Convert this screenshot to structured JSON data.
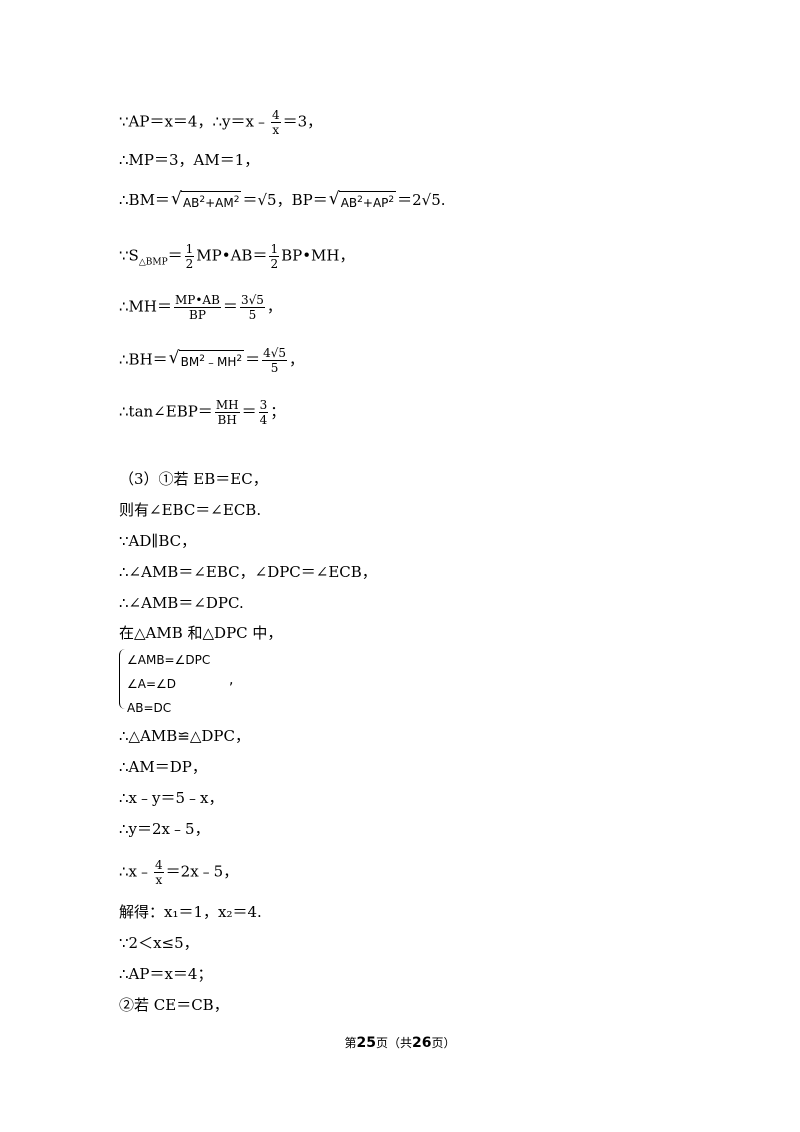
{
  "lines": [
    {
      "a": "∵AP＝x＝4，∴y＝x﹣",
      "f_num": "4",
      "f_den": "x",
      "b": "＝3，"
    },
    {
      "t": "∴MP＝3，AM＝1，"
    },
    {
      "a": "∴BM＝",
      "r1": "AB",
      "r2": "+AM",
      "b": "＝√5，BP＝",
      "r3": "AB",
      "r4": "+AP",
      "c": "＝2√5."
    },
    {
      "a": "∵S",
      "sub": "△BMP",
      "b": "＝",
      "f1_num": "1",
      "f1_den": "2",
      "c": "MP•AB＝",
      "f2_num": "1",
      "f2_den": "2",
      "d": "BP•MH，"
    },
    {
      "a": "∴MH＝",
      "f1_num": "MP•AB",
      "f1_den": "BP",
      "b": "＝",
      "f2_num": "3√5",
      "f2_den": "5",
      "c": "，"
    },
    {
      "a": "∴BH＝",
      "r1": "BM",
      "r2": "﹣MH",
      "b": "＝",
      "f_num": "4√5",
      "f_den": "5",
      "c": "，"
    },
    {
      "a": "∴tan∠EBP＝",
      "f1_num": "MH",
      "f1_den": "BH",
      "b": "＝",
      "f2_num": "3",
      "f2_den": "4",
      "c": "；"
    },
    {
      "t": "（3）①若 EB＝EC，"
    },
    {
      "t": "则有∠EBC＝∠ECB."
    },
    {
      "t": "∵AD∥BC，"
    },
    {
      "t": "∴∠AMB＝∠EBC，∠DPC＝∠ECB，"
    },
    {
      "t": "∴∠AMB＝∠DPC."
    },
    {
      "t": "在△AMB 和△DPC 中，"
    },
    {
      "t": "∴△AMB≌△DPC，"
    },
    {
      "t": "∴AM＝DP，"
    },
    {
      "t": "∴x﹣y＝5﹣x，"
    },
    {
      "t": "∴y＝2x﹣5，"
    },
    {
      "a": "∴x﹣",
      "f_num": "4",
      "f_den": "x",
      "b": "＝2x﹣5，"
    },
    {
      "t": "解得：x₁＝1，x₂＝4."
    },
    {
      "t": "∵2＜x≤5，"
    },
    {
      "t": "∴AP＝x＝4；"
    },
    {
      "t": "②若 CE＝CB，"
    }
  ],
  "system": [
    "∠AMB=∠DPC",
    "∠A=∠D",
    "AB=DC",
    ","
  ],
  "footer": {
    "pre": "第",
    "page": "25",
    "mid": "页（共",
    "total": "26",
    "post": "页）"
  },
  "sup2": "2"
}
